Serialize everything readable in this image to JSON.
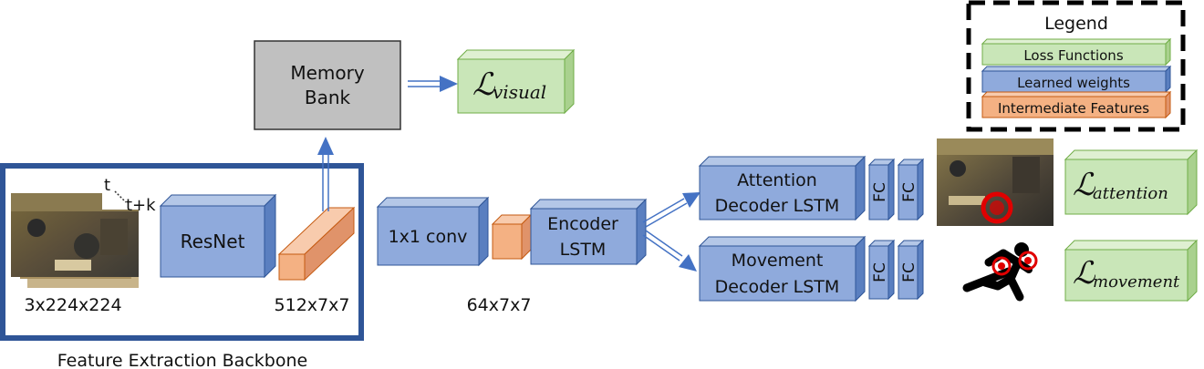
{
  "colors": {
    "loss": "#c9e6b8",
    "learned": "#8faadc",
    "intermediate": "#f4b183",
    "memory": "#c0c0c0",
    "backbone_border": "#2f5597",
    "arrow": "#4472c4"
  },
  "legend": {
    "title": "Legend",
    "items": [
      "Loss Functions",
      "Learned weights",
      "Intermediate Features"
    ]
  },
  "memory_bank": {
    "line1": "Memory",
    "line2": "Bank"
  },
  "losses": {
    "visual": {
      "symbol": "ℒ",
      "sub": "visual"
    },
    "attention": {
      "symbol": "ℒ",
      "sub": "attention"
    },
    "movement": {
      "symbol": "ℒ",
      "sub": "movement"
    }
  },
  "backbone": {
    "title": "Feature Extraction Backbone",
    "input_dim": "3x224x224",
    "t_label": "t",
    "tk_label": "t+k",
    "resnet": "ResNet",
    "feature_dim": "512x7x7"
  },
  "conv": {
    "label": "1x1 conv",
    "dim": "64x7x7"
  },
  "encoder": {
    "line1": "Encoder",
    "line2": "LSTM"
  },
  "attention_decoder": {
    "line1": "Attention",
    "line2": "Decoder LSTM"
  },
  "movement_decoder": {
    "line1": "Movement",
    "line2": "Decoder LSTM"
  },
  "fc_label": "FC"
}
